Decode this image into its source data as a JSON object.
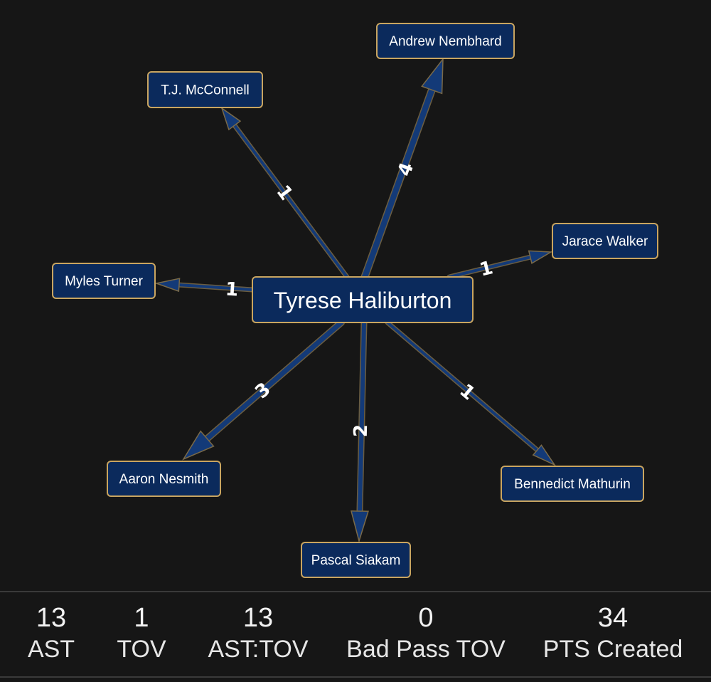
{
  "graph": {
    "center": {
      "id": "center",
      "label": "Tyrese Haliburton"
    },
    "targets": [
      {
        "id": "nembhard",
        "label": "Andrew Nembhard",
        "count": "4"
      },
      {
        "id": "mcconnell",
        "label": "T.J. McConnell",
        "count": "1"
      },
      {
        "id": "walker",
        "label": "Jarace Walker",
        "count": "1"
      },
      {
        "id": "turner",
        "label": "Myles Turner",
        "count": "1"
      },
      {
        "id": "nesmith",
        "label": "Aaron Nesmith",
        "count": "3"
      },
      {
        "id": "siakam",
        "label": "Pascal Siakam",
        "count": "2"
      },
      {
        "id": "mathurin",
        "label": "Bennedict Mathurin",
        "count": "1"
      }
    ]
  },
  "stats": [
    {
      "value": "13",
      "label": "AST"
    },
    {
      "value": "1",
      "label": "TOV"
    },
    {
      "value": "13",
      "label": "AST:TOV"
    },
    {
      "value": "0",
      "label": "Bad Pass TOV"
    },
    {
      "value": "34",
      "label": "PTS Created"
    }
  ],
  "colors": {
    "background": "#161616",
    "node_fill": "#0b2a5c",
    "node_border": "#c9a560",
    "edge": "#133a78",
    "text": "#ffffff"
  }
}
